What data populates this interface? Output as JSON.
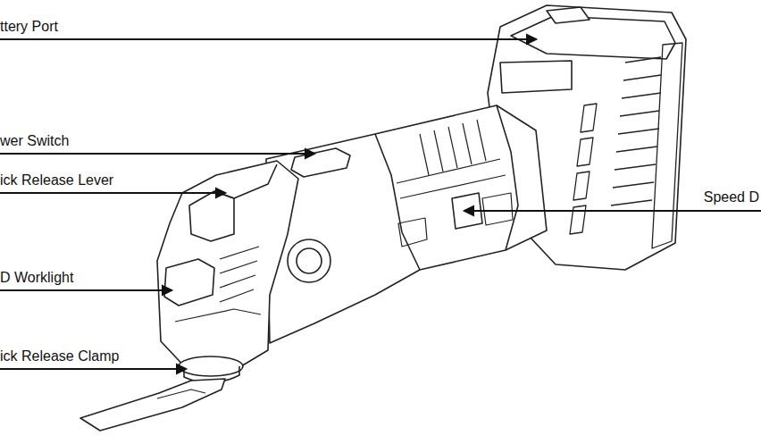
{
  "diagram": {
    "labels": [
      "ttery Port",
      "wer Switch",
      "ick Release Lever",
      "D Worklight",
      "ick Release Clamp",
      "Speed D"
    ]
  }
}
